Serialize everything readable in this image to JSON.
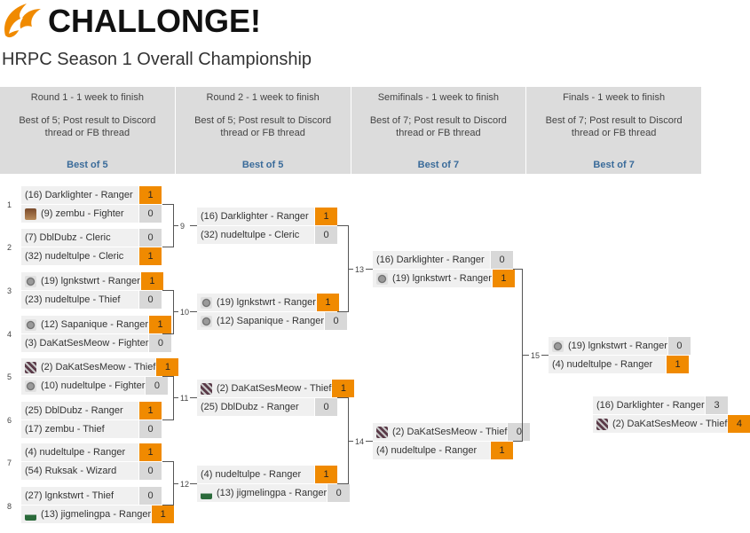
{
  "brand": {
    "name": "CHALLONGE!",
    "accent": "#f08a00"
  },
  "tournament": {
    "title": "HRPC Season 1 Overall Championship"
  },
  "rounds": [
    {
      "title": "Round 1 - 1 week to finish",
      "desc": "Best of 5; Post result to Discord thread or FB thread",
      "best": "Best of 5"
    },
    {
      "title": "Round 2 - 1 week to finish",
      "desc": "Best of 5; Post result to Discord thread or FB thread",
      "best": "Best of 5"
    },
    {
      "title": "Semifinals - 1 week to finish",
      "desc": "Best of 7; Post result to Discord thread or FB thread",
      "best": "Best of 7"
    },
    {
      "title": "Finals - 1 week to finish",
      "desc": "Best of 7; Post result to Discord thread or FB thread",
      "best": "Best of 7"
    }
  ],
  "r1": [
    {
      "num": "1",
      "p1": "(16) Darklighter - Ranger",
      "s1": "1",
      "p2": "(9) zembu - Fighter",
      "s2": "0"
    },
    {
      "num": "2",
      "p1": "(7) DblDubz - Cleric",
      "s1": "0",
      "p2": "(32) nudeltulpe - Cleric",
      "s2": "1"
    },
    {
      "num": "3",
      "p1": "(19) lgnkstwrt - Ranger",
      "s1": "1",
      "p2": "(23) nudeltulpe - Thief",
      "s2": "0"
    },
    {
      "num": "4",
      "p1": "(12) Sapanique - Ranger",
      "s1": "1",
      "p2": "(3) DaKatSesMeow - Fighter",
      "s2": "0"
    },
    {
      "num": "5",
      "p1": "(2) DaKatSesMeow - Thief",
      "s1": "1",
      "p2": "(10) nudeltulpe - Fighter",
      "s2": "0"
    },
    {
      "num": "6",
      "p1": "(25) DblDubz - Ranger",
      "s1": "1",
      "p2": "(17) zembu - Thief",
      "s2": "0"
    },
    {
      "num": "7",
      "p1": "(4) nudeltulpe - Ranger",
      "s1": "1",
      "p2": "(54) Ruksak - Wizard",
      "s2": "0"
    },
    {
      "num": "8",
      "p1": "(27) lgnkstwrt - Thief",
      "s1": "0",
      "p2": "(13) jigmelingpa - Ranger",
      "s2": "1"
    }
  ],
  "r2": [
    {
      "num": "9",
      "p1": "(16) Darklighter - Ranger",
      "s1": "1",
      "p2": "(32) nudeltulpe - Cleric",
      "s2": "0"
    },
    {
      "num": "10",
      "p1": "(19) lgnkstwrt - Ranger",
      "s1": "1",
      "p2": "(12) Sapanique - Ranger",
      "s2": "0"
    },
    {
      "num": "11",
      "p1": "(2) DaKatSesMeow - Thief",
      "s1": "1",
      "p2": "(25) DblDubz - Ranger",
      "s2": "0"
    },
    {
      "num": "12",
      "p1": "(4) nudeltulpe - Ranger",
      "s1": "1",
      "p2": "(13) jigmelingpa - Ranger",
      "s2": "0"
    }
  ],
  "sf": [
    {
      "num": "13",
      "p1": "(16) Darklighter - Ranger",
      "s1": "0",
      "p2": "(19) lgnkstwrt - Ranger",
      "s2": "1"
    },
    {
      "num": "14",
      "p1": "(2) DaKatSesMeow - Thief",
      "s1": "0",
      "p2": "(4) nudeltulpe - Ranger",
      "s2": "1"
    }
  ],
  "final": {
    "num": "15",
    "p1": "(19) lgnkstwrt - Ranger",
    "s1": "0",
    "p2": "(4) nudeltulpe - Ranger",
    "s2": "1"
  },
  "third": {
    "p1": "(16) Darklighter - Ranger",
    "s1": "3",
    "p2": "(2) DaKatSesMeow - Thief",
    "s2": "4"
  }
}
